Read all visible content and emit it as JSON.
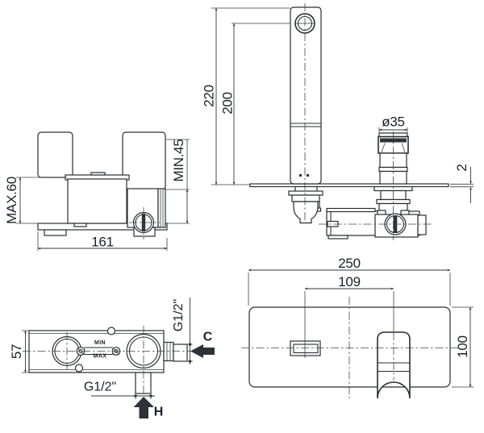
{
  "drawing": {
    "kind": "technical-installation-drawing",
    "subject": "wall-mounted single-lever basin mixer",
    "colors": {
      "line": "#2a2d33",
      "text": "#1b1f2a",
      "background": "#ffffff"
    },
    "views": {
      "rough_in_side": {
        "dim_max_plaster_depth": "MAX.60",
        "dim_min_plaster_depth": "MIN.45",
        "dim_body_width": "161"
      },
      "mixer_side": {
        "dim_total_height": "220",
        "dim_spout_height": "200",
        "dim_handle_diameter": "ø35",
        "dim_plate_thickness": "2"
      },
      "rough_in_top": {
        "dim_body_depth": "57",
        "dim_cold_inlet_thread": "G1/2\"",
        "dim_hot_inlet_thread": "G1/2\"",
        "label_cold": "C",
        "label_hot": "H",
        "label_min": "MIN",
        "label_max": "MAX"
      },
      "trim_front": {
        "dim_plate_width": "250",
        "dim_spout_to_handle": "109",
        "dim_plate_height": "100"
      }
    }
  }
}
